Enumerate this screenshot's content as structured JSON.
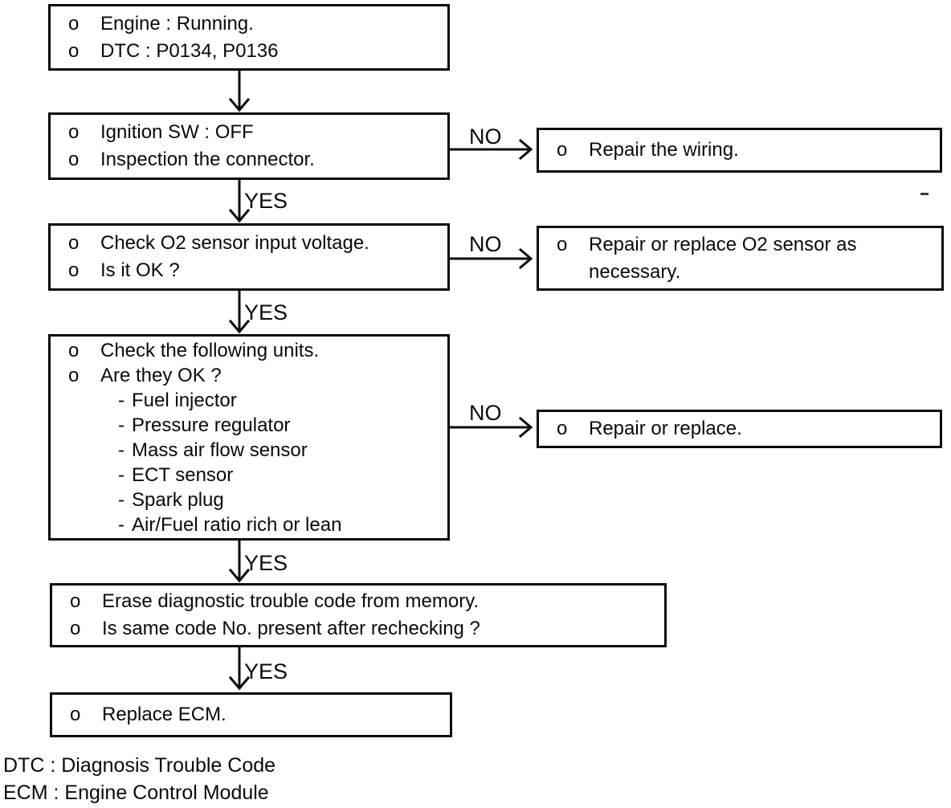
{
  "labels": {
    "yes": "YES",
    "no": "NO"
  },
  "boxes": {
    "start": {
      "lines": [
        {
          "m": "o",
          "t": "Engine : Running."
        },
        {
          "m": "o",
          "t": "DTC : P0134, P0136"
        }
      ]
    },
    "ignition": {
      "lines": [
        {
          "m": "o",
          "t": "Ignition SW : OFF"
        },
        {
          "m": "o",
          "t": "Inspection the connector."
        }
      ]
    },
    "repair_wiring": {
      "lines": [
        {
          "m": "o",
          "t": "Repair the wiring."
        }
      ]
    },
    "o2_check": {
      "lines": [
        {
          "m": "o",
          "t": "Check O2 sensor input voltage."
        },
        {
          "m": "o",
          "t": "Is it OK ?"
        }
      ]
    },
    "repair_o2": {
      "lines": [
        {
          "m": "o",
          "t": "Repair or replace O2 sensor as necessary."
        }
      ]
    },
    "unit_check": {
      "lines": [
        {
          "m": "o",
          "t": "Check the following units."
        },
        {
          "m": "o",
          "t": "Are they OK ?"
        },
        {
          "m": "-",
          "t": "Fuel injector"
        },
        {
          "m": "-",
          "t": "Pressure regulator"
        },
        {
          "m": "-",
          "t": "Mass air flow sensor"
        },
        {
          "m": "-",
          "t": "ECT sensor"
        },
        {
          "m": "-",
          "t": "Spark plug"
        },
        {
          "m": "-",
          "t": "Air/Fuel ratio rich or lean"
        }
      ]
    },
    "repair_replace": {
      "lines": [
        {
          "m": "o",
          "t": "Repair or replace."
        }
      ]
    },
    "erase": {
      "lines": [
        {
          "m": "o",
          "t": "Erase diagnostic trouble code from memory."
        },
        {
          "m": "o",
          "t": "Is same code No. present after rechecking ?"
        }
      ]
    },
    "replace_ecm": {
      "lines": [
        {
          "m": "o",
          "t": "Replace ECM."
        }
      ]
    }
  },
  "legend": [
    "DTC : Diagnosis Trouble Code",
    "ECM : Engine Control Module"
  ]
}
